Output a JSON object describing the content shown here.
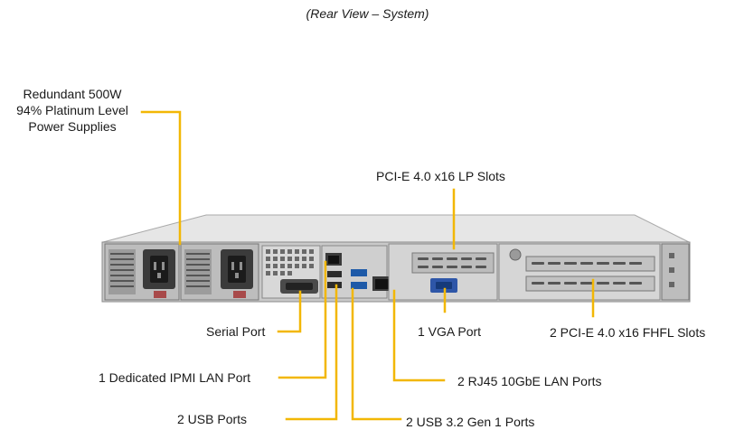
{
  "title": "(Rear View – System)",
  "colors": {
    "callout_line": "#f2b705",
    "chassis_body": "#cfcfcf",
    "chassis_top": "#e3e3e3",
    "panel_dark": "#6f6f6f"
  },
  "callouts": {
    "psu_line1": "Redundant  500W",
    "psu_line2": "94% Platinum  Level",
    "psu_line3": "Power Supplies",
    "pcie_lp": "PCI-E  4.0 x16 LP Slots",
    "serial": "Serial Port",
    "vga": "1 VGA Port",
    "pcie_fhfl": "2 PCI-E  4.0 x16 FHFL Slots",
    "ipmi": "1 Dedicated IPMI  LAN Port",
    "rj45": "2 RJ45  10GbE LAN Ports",
    "usb2": "2 USB Ports",
    "usb3": "2 USB 3.2 Gen 1 Ports"
  }
}
